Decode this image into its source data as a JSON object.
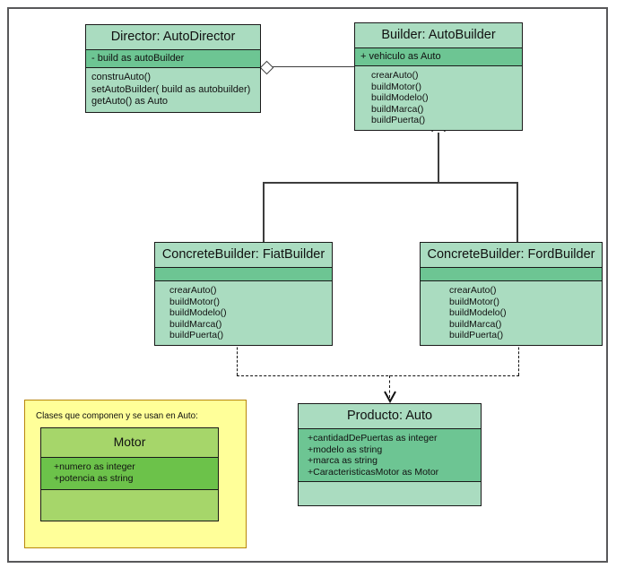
{
  "diagram": {
    "title": "Builder Pattern UML Class Diagram",
    "colors": {
      "class_fill": "#aadcc0",
      "attr_fill": "#6dc593",
      "note_fill": "#ffff99",
      "note_border": "#b8860b",
      "motor_fill": "#a6d66a",
      "motor_attr_fill": "#6cc24a",
      "line": "#3d3d3d",
      "canvas_border": "#58585a"
    }
  },
  "classes": {
    "director": {
      "title": "Director: AutoDirector",
      "attributes": [
        "- build as autoBuilder"
      ],
      "operations": [
        "construAuto()",
        "setAutoBuilder( build as autobuilder)",
        "getAuto() as Auto"
      ]
    },
    "builder": {
      "title": "Builder: AutoBuilder",
      "attributes": [
        "+ vehiculo as Auto"
      ],
      "operations": [
        "crearAuto()",
        "buildMotor()",
        "buildModelo()",
        "buildMarca()",
        "buildPuerta()"
      ]
    },
    "fiat_builder": {
      "title": "ConcreteBuilder: FiatBuilder",
      "attributes": [],
      "operations": [
        "crearAuto()",
        "buildMotor()",
        "buildModelo()",
        "buildMarca()",
        "buildPuerta()"
      ]
    },
    "ford_builder": {
      "title": "ConcreteBuilder: FordBuilder",
      "attributes": [],
      "operations": [
        "crearAuto()",
        "buildMotor()",
        "buildModelo()",
        "buildMarca()",
        "buildPuerta()"
      ]
    },
    "producto": {
      "title": "Producto: Auto",
      "attributes": [
        "+cantidadDePuertas  as integer",
        "+modelo as string",
        "+marca as string",
        "+CaracteristicasMotor as Motor"
      ],
      "operations": []
    },
    "motor": {
      "title": "Motor",
      "attributes": [
        "+numero as integer",
        "+potencia as string"
      ],
      "operations": []
    }
  },
  "note": {
    "text": "Clases que componen  y se usan en Auto:"
  },
  "relationships": [
    {
      "name": "aggregation-director-builder",
      "from": "director",
      "to": "builder",
      "type": "aggregation"
    },
    {
      "name": "generalization-fiat-builder",
      "from": "fiat_builder",
      "to": "builder",
      "type": "generalization"
    },
    {
      "name": "generalization-ford-builder",
      "from": "ford_builder",
      "to": "builder",
      "type": "generalization"
    },
    {
      "name": "dependency-fiat-producto",
      "from": "fiat_builder",
      "to": "producto",
      "type": "dependency"
    },
    {
      "name": "dependency-ford-producto",
      "from": "ford_builder",
      "to": "producto",
      "type": "dependency"
    }
  ]
}
